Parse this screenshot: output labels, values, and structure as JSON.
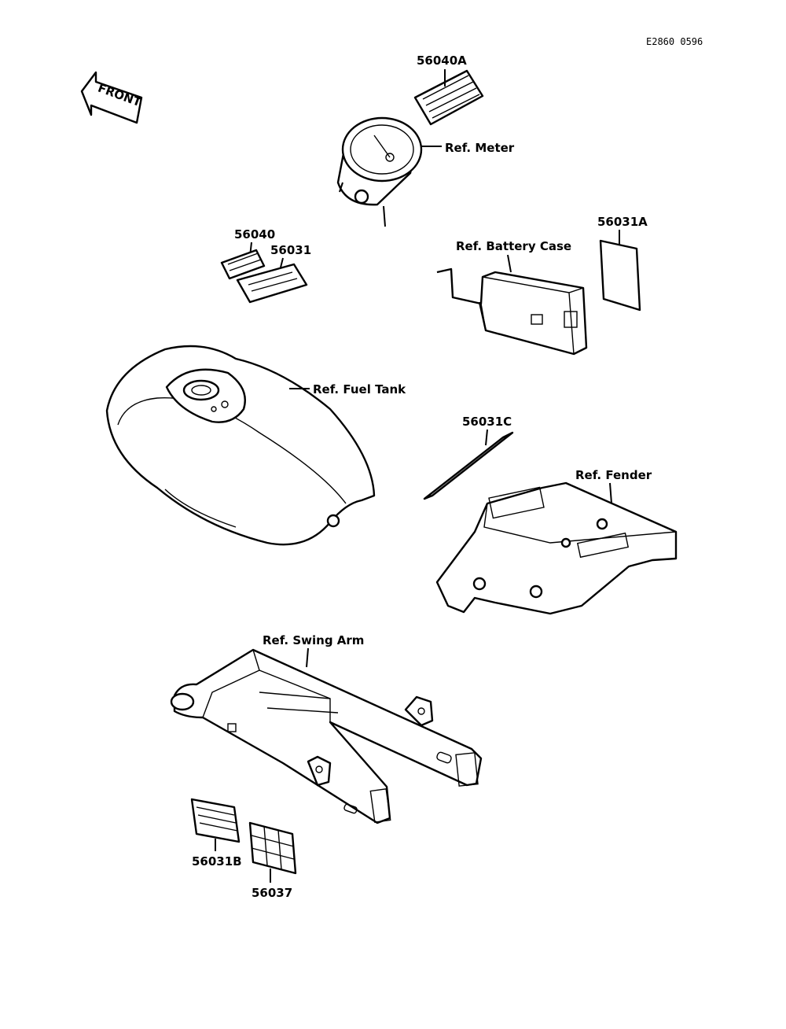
{
  "diagram": {
    "drawing_code": "E2860 0596",
    "front_label": "FRONT",
    "labels": {
      "p56040A": "56040A",
      "ref_meter": "Ref. Meter",
      "p56040": "56040",
      "p56031": "56031",
      "ref_battery_case": "Ref. Battery Case",
      "p56031A": "56031A",
      "ref_fuel_tank": "Ref. Fuel Tank",
      "p56031C": "56031C",
      "ref_fender": "Ref. Fender",
      "ref_swing_arm": "Ref. Swing Arm",
      "p56031B": "56031B",
      "p56037": "56037"
    }
  }
}
